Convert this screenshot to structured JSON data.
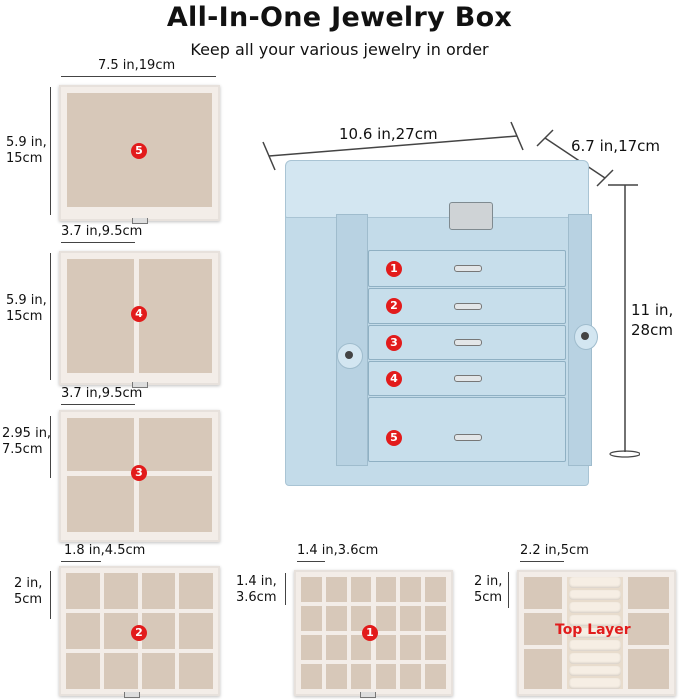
{
  "header": {
    "title": "All-In-One Jewelry Box",
    "subtitle": "Keep all your various jewelry in order"
  },
  "trays": {
    "t5": {
      "width": "7.5 in,19cm",
      "height": "5.9 in,\n15cm",
      "badge": "5"
    },
    "t4": {
      "width": "3.7 in,9.5cm",
      "height": "5.9 in,\n15cm",
      "badge": "4"
    },
    "t3": {
      "width": "3.7 in,9.5cm",
      "height": "2.95 in,\n7.5cm",
      "badge": "3"
    },
    "t2": {
      "width": "1.8 in,4.5cm",
      "height": "2 in,\n5cm",
      "badge": "2"
    },
    "t1": {
      "width": "1.4 in,3.6cm",
      "height": "1.4 in,\n3.6cm",
      "badge": "1"
    },
    "top": {
      "width": "2.2 in,5cm",
      "height": "2 in,\n5cm",
      "label": "Top Layer"
    }
  },
  "box": {
    "width": "10.6 in,27cm",
    "depth": "6.7 in,17cm",
    "height": "11 in,\n28cm",
    "drawers": [
      "1",
      "2",
      "3",
      "4",
      "5"
    ],
    "color": "#c3dbe9"
  },
  "colors": {
    "badge": "#e21b1b",
    "tray_fill": "#d7c8b9"
  }
}
